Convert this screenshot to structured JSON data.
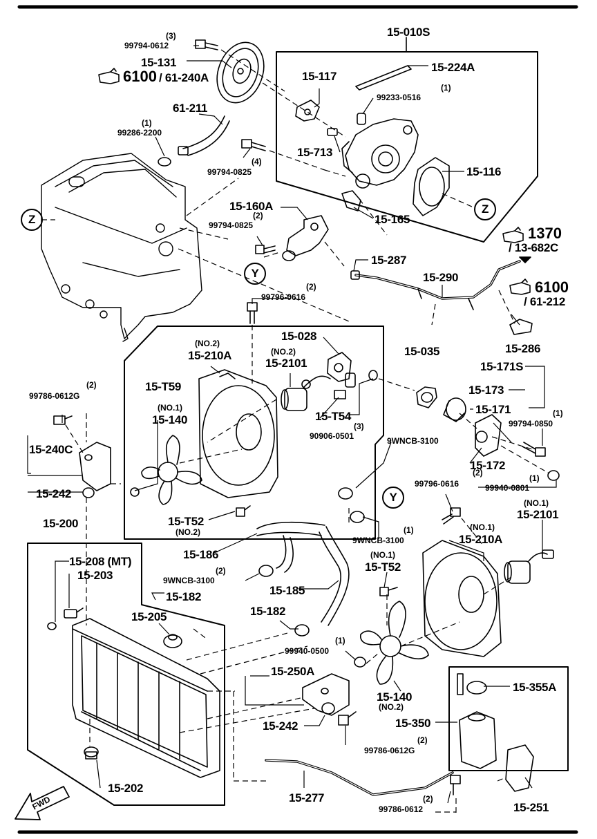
{
  "labels": {
    "p15_010S": "15-010S",
    "p15_131": "15-131",
    "p15_224A": "15-224A",
    "p15_117": "15-117",
    "p99233_0516": "99233-0516",
    "q1a": "(1)",
    "p15_713": "15-713",
    "p15_116": "15-116",
    "p15_165": "15-165",
    "p99794_0612": "99794-0612",
    "q3a": "(3)",
    "ref6100a": "6100",
    "ref61_240A": "/ 61-240A",
    "p61_211": "61-211",
    "q1b": "(1)",
    "p99286_2200": "99286-2200",
    "p99794_0825a": "99794-0825",
    "q4a": "(4)",
    "p15_160A": "15-160A",
    "q2a": "(2)",
    "p99794_0825b": "99794-0825",
    "p15_287": "15-287",
    "p15_290": "15-290",
    "ref1370": "1370",
    "ref13_682C": "/ 13-682C",
    "ref6100b": "6100",
    "ref61_212": "/ 61-212",
    "p15_286": "15-286",
    "q2b": "(2)",
    "p99796_0616a": "99796-0616",
    "p15_028": "15-028",
    "p15_035": "15-035",
    "no2a": "(NO.2)",
    "p15_210A_a": "15-210A",
    "no2b": "(NO.2)",
    "p15_2101_a": "15-2101",
    "p15_T59": "15-T59",
    "no1a": "(NO.1)",
    "p15_140_a": "15-140",
    "p15_T54": "15-T54",
    "q3b": "(3)",
    "p90906_0501": "90906-0501",
    "p15_T52_a": "15-T52",
    "no2c": "(NO.2)",
    "p15_171S": "15-171S",
    "p15_173": "15-173",
    "p15_171": "15-171",
    "q1c": "(1)",
    "p99794_0850": "99794-0850",
    "p9WNCB_3100_a": "9WNCB-3100",
    "p15_172": "15-172",
    "q1d": "(1)",
    "p99940_0801": "99940-0801",
    "q2c": "(2)",
    "p99796_0616b": "99796-0616",
    "no1b": "(NO.1)",
    "p15_2101_b": "15-2101",
    "no1c": "(NO.1)",
    "p15_210A_b": "15-210A",
    "q1e": "(1)",
    "p9WNCB_3100_b": "9WNCB-3100",
    "q2d": "(2)",
    "p99786_0612G_a": "99786-0612G",
    "p15_240C": "15-240C",
    "p15_242_a": "15-242",
    "p15_200": "15-200",
    "p15_208": "15-208 (MT)",
    "p15_203": "15-203",
    "p15_186": "15-186",
    "q2e": "(2)",
    "p9WNCB_3100_c": "9WNCB-3100",
    "p15_182_a": "15-182",
    "p15_185": "15-185",
    "no1d": "(NO.1)",
    "p15_T52_b": "15-T52",
    "p15_205": "15-205",
    "p15_182_b": "15-182",
    "q1f": "(1)",
    "p99940_0500": "99940-0500",
    "p15_250A": "15-250A",
    "p15_242_b": "15-242",
    "q2f": "(2)",
    "p99786_0612G_b": "99786-0612G",
    "p15_140_b": "15-140",
    "no2d": "(NO.2)",
    "p15_355A": "15-355A",
    "p15_350": "15-350",
    "p15_202": "15-202",
    "p15_277": "15-277",
    "q2g": "(2)",
    "p99786_0612": "99786-0612",
    "p15_251": "15-251",
    "fwd": "FWD",
    "zA": "Z",
    "zB": "Z",
    "yA": "Y",
    "yB": "Y"
  }
}
